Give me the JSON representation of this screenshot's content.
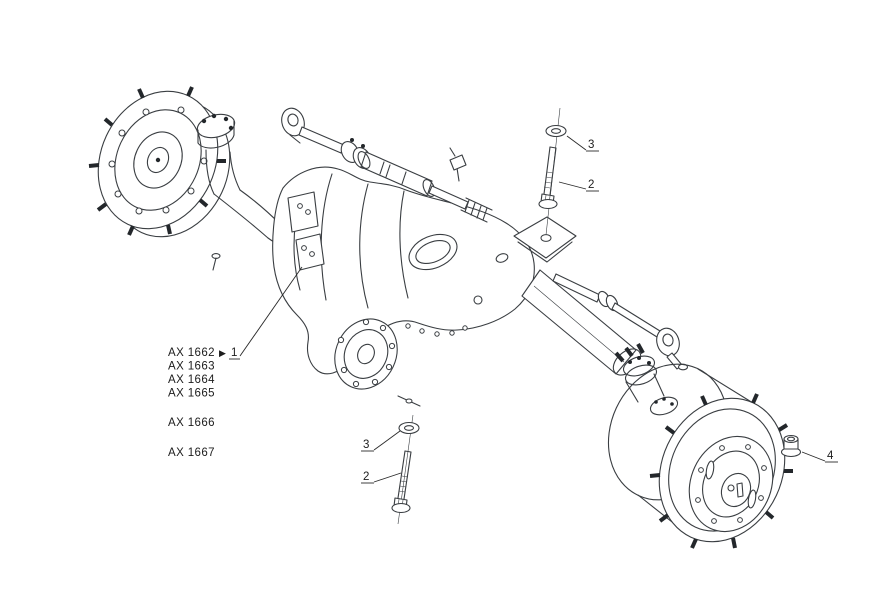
{
  "diagram": {
    "part_labels": [
      "AX 1662",
      "AX 1663",
      "AX 1664",
      "AX 1665",
      "AX 1666",
      "AX 1667"
    ],
    "callouts": {
      "item_1": "1",
      "item_2_top": "2",
      "item_3_top": "3",
      "item_2_bottom": "2",
      "item_3_bottom": "3",
      "item_4": "4"
    },
    "icons": {
      "callout_pointer": "▶"
    },
    "colors": {
      "line": "#3a3e42",
      "text": "#1c1c1c",
      "background": "#ffffff"
    }
  }
}
